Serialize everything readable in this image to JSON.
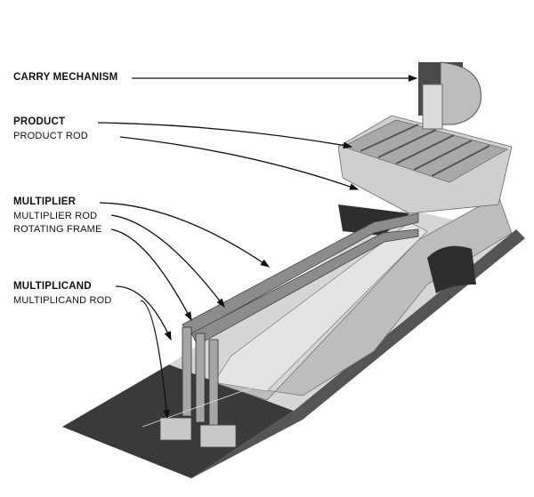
{
  "labels": {
    "carry_mechanism": "CARRY MECHANISM",
    "product": "PRODUCT",
    "product_rod": "PRODUCT ROD",
    "multiplier": "MULTIPLIER",
    "multiplier_rod": "MULTIPLIER ROD",
    "rotating_frame": "ROTATING FRAME",
    "multiplicand": "MULTIPLICAND",
    "multiplicand_rod": "MULTIPLICAND ROD"
  }
}
